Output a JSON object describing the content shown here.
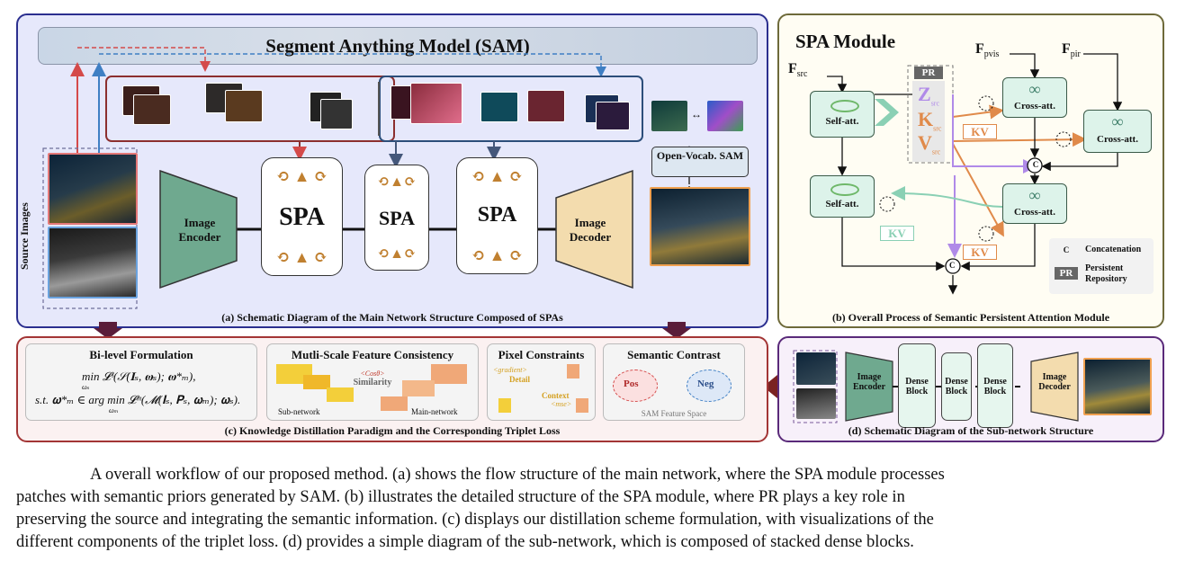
{
  "panel_a": {
    "sam_title": "Segment Anything Model (SAM)",
    "source_label": "Source Images",
    "image_encoder": "Image Encoder",
    "image_decoder": "Image Decoder",
    "spa_label": "SPA",
    "open_vocab": "Open-Vocab. SAM",
    "caption": "(a) Schematic Diagram of the Main Network Structure Composed of SPAs"
  },
  "panel_b": {
    "title": "SPA Module",
    "f_src": "F",
    "f_src_sub": "src",
    "f_pvis": "F",
    "f_pvis_sub": "pvis",
    "f_pir": "F",
    "f_pir_sub": "pir",
    "pr": "PR",
    "z": "Z",
    "z_sub": "src",
    "k": "K",
    "k_sub": "src",
    "v": "V",
    "v_sub": "src",
    "self_att": "Self-att.",
    "cross_att": "Cross-att.",
    "kv": "KV",
    "concat_symbol": "C",
    "legend_concat": "Concatenation",
    "legend_pr": "PR",
    "legend_pr_desc": "Persistent Repository",
    "caption": "(b) Overall Process of Semantic Persistent Attention Module"
  },
  "panel_c": {
    "bilevel_title": "Bi-level Formulation",
    "bilevel_eq1": "min 𝓛ˢ(𝒮(𝐈ₛ, 𝛚ₛ); 𝛚*ₘ),",
    "bilevel_eq1_sub": "ωₛ",
    "bilevel_eq2": "s.t. 𝛚*ₘ ∈ arg min 𝓛ᵐ(𝓜(𝐈ₛ, 𝐏ₛ, 𝛚ₘ); 𝛚ₛ).",
    "bilevel_eq2_sub": "ωₘ",
    "msfc_title": "Mutli-Scale Feature Consistency",
    "cosθ": "<Cosθ>",
    "similarity": "Similarity",
    "sub_network": "Sub-network",
    "main_network": "Main-network",
    "pixel_title": "Pixel Constraints",
    "gradient": "<gradient>",
    "detail": "Detail",
    "context": "Context",
    "mse": "<mse>",
    "semantic_title": "Semantic Contrast",
    "pos": "Pos",
    "neg": "Neg",
    "sam_space": "SAM Feature Space",
    "caption": "(c) Knowledge Distillation Paradigm and the Corresponding Triplet Loss"
  },
  "panel_d": {
    "image_encoder": "Image Encoder",
    "dense_block": "Dense Block",
    "image_decoder": "Image Decoder",
    "caption": "(d) Schematic Diagram of the Sub-network Structure"
  },
  "body_text": {
    "line1": "A overall workflow of our proposed method. (a) shows the flow structure of the main network, where the SPA module processes",
    "line2": "patches with semantic priors generated by SAM. (b) illustrates the detailed structure of the SPA module, where PR plays a key role in",
    "line3": "preserving the source and integrating the semantic information. (c) displays our distillation scheme formulation, with visualizations of the",
    "line4": "different components of the triplet loss. (d) provides a simple diagram of the sub-network, which is composed of stacked dense blocks."
  },
  "colors": {
    "panel_a_border": "#2b2f8f",
    "panel_b_border": "#6e6a3a",
    "panel_c_border": "#a33535",
    "panel_d_border": "#5a2a7a",
    "encoder": "#6fa98f",
    "decoder": "#f3dcae",
    "red_arrow": "#d44a4a",
    "blue_arrow": "#3f7fc4"
  }
}
